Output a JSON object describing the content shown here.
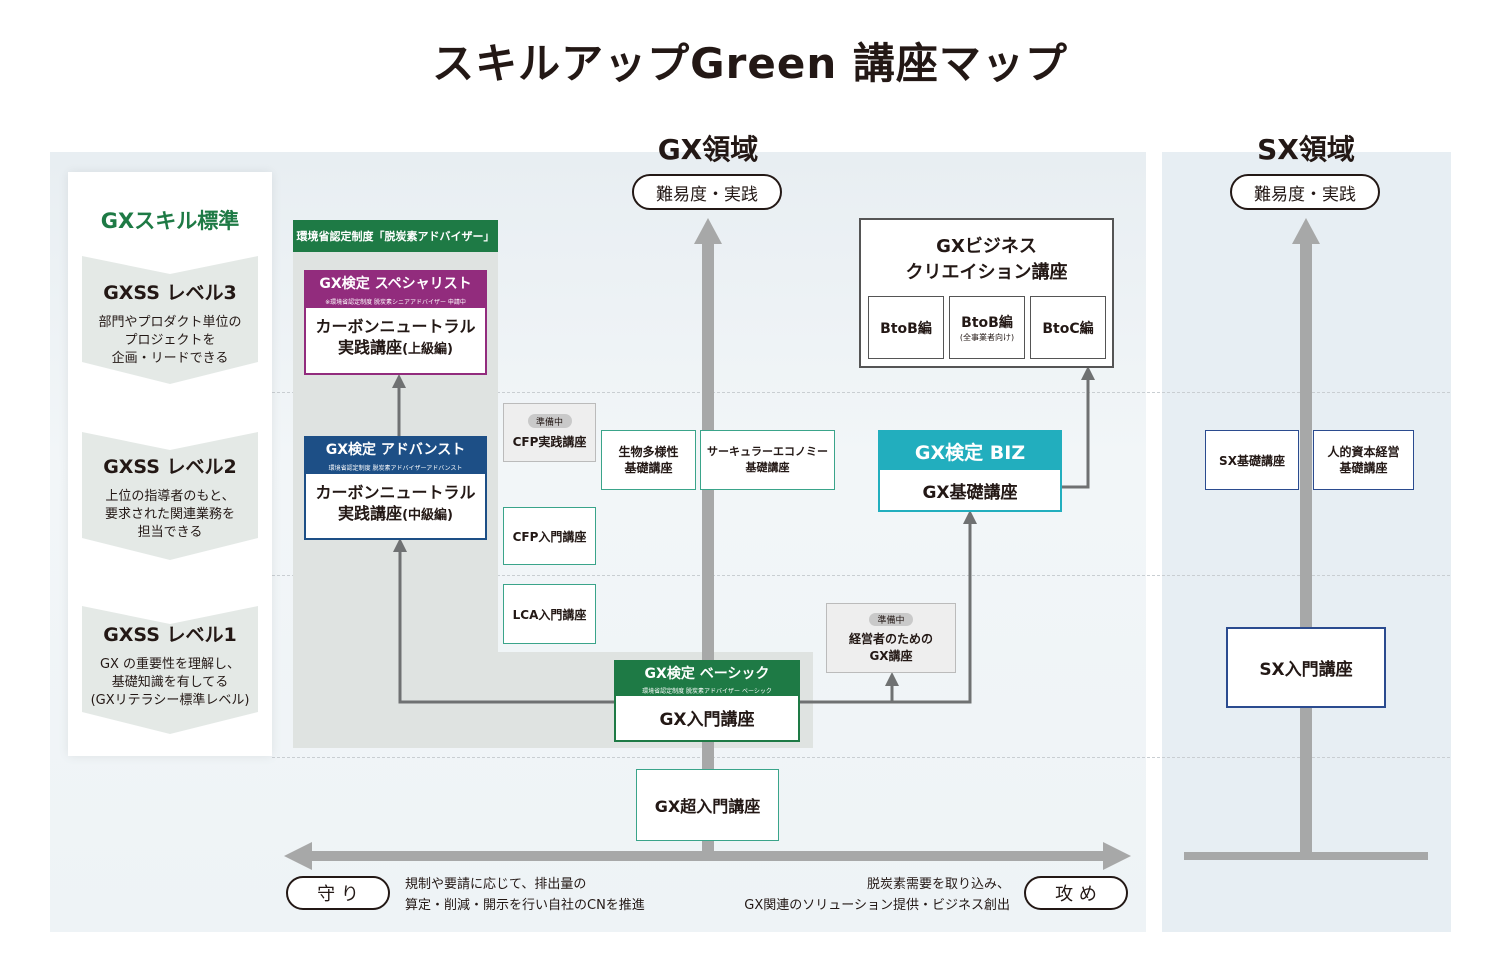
{
  "title": "スキルアップGreen 講座マップ",
  "gx_domain": {
    "title": "GX領域",
    "axis_pill": "難易度・実践"
  },
  "sx_domain": {
    "title": "SX領域",
    "axis_pill": "難易度・実践"
  },
  "sidebar": {
    "title": "GXスキル標準",
    "levels": [
      {
        "name": "GXSS レベル3",
        "desc": [
          "部門やプロダクト単位の",
          "プロジェクトを",
          "企画・リードできる"
        ]
      },
      {
        "name": "GXSS レベル2",
        "desc": [
          "上位の指導者のもと、",
          "要求された関連業務を",
          "担当できる"
        ]
      },
      {
        "name": "GXSS レベル1",
        "desc": [
          "GX の重要性を理解し、",
          "基礎知識を有してる",
          "(GXリテラシー標準レベル)"
        ]
      }
    ]
  },
  "certification_label": "環境省認定制度「脱炭素アドバイザー」",
  "specialist": {
    "header": "GX検定 スペシャリスト",
    "sub": "※環境省認定制度 脱炭素シニアアドバイザー 申請中",
    "lines": [
      "カーボンニュートラル",
      "実践講座"
    ],
    "suffix": "(上級編)"
  },
  "advanced": {
    "header": "GX検定 アドバンスト",
    "sub": "環境省認定制度 脱炭素アドバイザーアドバンスト",
    "lines": [
      "カーボンニュートラル",
      "実践講座"
    ],
    "suffix": "(中級編)"
  },
  "basic": {
    "header": "GX検定 ベーシック",
    "sub": "環境省認定制度 脱炭素アドバイザー ベーシック",
    "body": "GX入門講座"
  },
  "biz": {
    "header": "GX検定 BIZ",
    "body": "GX基礎講座"
  },
  "business_creation": {
    "lines": [
      "GXビジネス",
      "クリエイション講座"
    ],
    "btob": "BtoB編",
    "btob_all": "BtoB編",
    "btob_all_sub": "(全事業者向け)",
    "btoc": "BtoC編"
  },
  "preparing_label": "準備中",
  "cfp_practice": "CFP実践講座",
  "cfp_intro": "CFP入門講座",
  "lca_intro": "LCA入門講座",
  "biodiversity": [
    "生物多様性",
    "基礎講座"
  ],
  "circular": [
    "サーキュラーエコノミー",
    "基礎講座"
  ],
  "executive": [
    "経営者のための",
    "GX講座"
  ],
  "super_intro": "GX超入門講座",
  "sx_basic": "SX基礎講座",
  "human_capital": [
    "人的資本経営",
    "基礎講座"
  ],
  "sx_intro": "SX入門講座",
  "bottom": {
    "left_pill": "守 り",
    "left_text": [
      "規制や要請に応じて、排出量の",
      "算定・削減・開示を行い自社のCNを推進"
    ],
    "right_pill": "攻 め",
    "right_text": [
      "脱炭素需要を取り込み、",
      "GX関連のソリューション提供・ビジネス創出"
    ]
  },
  "colors": {
    "green": "#1e7a45",
    "purple": "#922c7d",
    "navy": "#1d4f86",
    "cyan": "#22aebe",
    "teal_border": "#3aa48a",
    "sx_blue": "#2b4b8f"
  }
}
